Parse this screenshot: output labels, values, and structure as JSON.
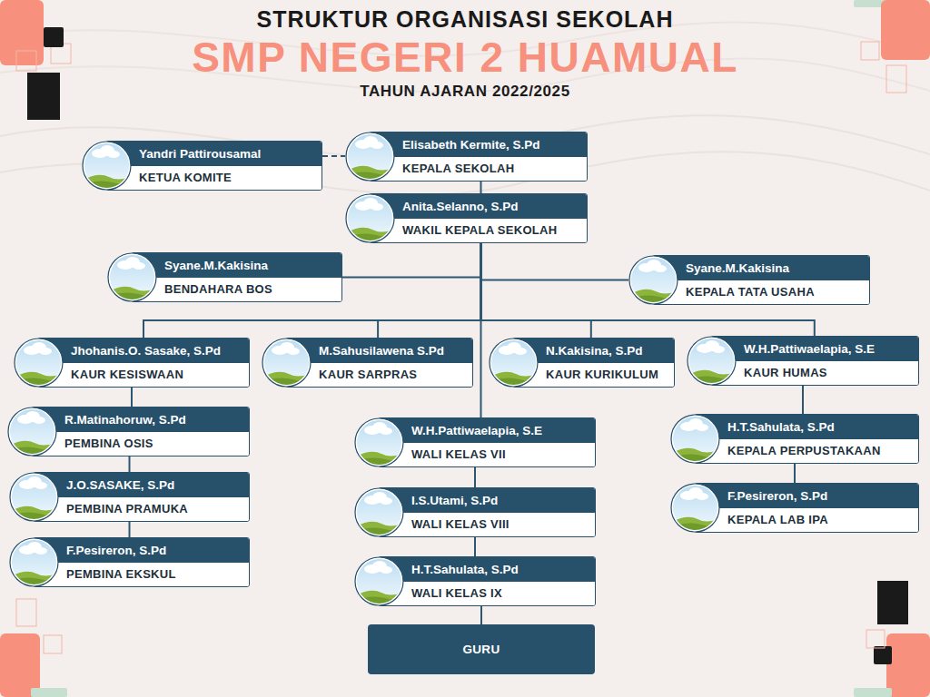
{
  "diagram": {
    "title": "STRUKTUR ORGANISASI SEKOLAH",
    "nodes": [
      {
        "text": [
          "Yandri Pattirousamal",
          "KETUA KOMITE"
        ]
      },
      {
        "text": [
          "Elisabeth Kermite, S.Pd",
          "KEPALA SEKOLAH"
        ]
      },
      {
        "text": [
          "Anita.Selanno, S.Pd",
          "WAKIL KEPALA SEKOLAH"
        ]
      },
      {
        "text": [
          "Syane.M.Kakisina",
          "BENDAHARA BOS"
        ]
      },
      {
        "text": [
          "Syane.M.Kakisina",
          "KEPALA TATA USAHA"
        ]
      },
      {
        "text": [
          "Jhohanis.O. Sasake, S.Pd",
          "KAUR KESISWAAN"
        ]
      },
      {
        "text": [
          "M.Sahusilawena S.Pd",
          "KAUR SARPRAS"
        ]
      },
      {
        "text": [
          "N.Kakisina, S.Pd",
          "KAUR KURIKULUM"
        ]
      },
      {
        "text": [
          "W.H.Pattiwaelapia, S.E",
          "KAUR HUMAS"
        ]
      },
      {
        "text": [
          "R.Matinahoruw, S.Pd",
          "PEMBINA OSIS"
        ]
      },
      {
        "text": [
          "J.O.SASAKE, S.Pd",
          "PEMBINA PRAMUKA"
        ]
      },
      {
        "text": [
          "F.Pesireron, S.Pd",
          "PEMBINA EKSKUL"
        ]
      },
      {
        "text": [
          "W.H.Pattiwaelapia, S.E",
          "WALI KELAS VII"
        ]
      },
      {
        "text": [
          "I.S.Utami, S.Pd",
          "WALI KELAS VIII"
        ]
      },
      {
        "text": [
          "H.T.Sahulata, S.Pd",
          "WALI KELAS IX"
        ]
      },
      {
        "text": [
          "GURU"
        ]
      },
      {
        "text": [
          "H.T.Sahulata, S.Pd",
          "KEPALA PERPUSTAKAAN"
        ]
      },
      {
        "text": [
          "F.Pesireron, S.Pd",
          "KEPALA LAB IPA"
        ]
      }
    ],
    "edges": [
      {
        "from": 0,
        "to": 1,
        "arrow": "none"
      },
      {
        "from": 1,
        "to": 2,
        "arrow": "none"
      },
      {
        "from": 2,
        "to": 3,
        "arrow": "none"
      },
      {
        "from": 2,
        "to": 4,
        "arrow": "none"
      },
      {
        "from": 2,
        "to": 5,
        "arrow": "none"
      },
      {
        "from": 2,
        "to": 6,
        "arrow": "none"
      },
      {
        "from": 2,
        "to": 7,
        "arrow": "none"
      },
      {
        "from": 2,
        "to": 8,
        "arrow": "none"
      },
      {
        "from": 2,
        "to": 12,
        "arrow": "none"
      },
      {
        "from": 12,
        "to": 13,
        "arrow": "none"
      },
      {
        "from": 13,
        "to": 14,
        "arrow": "none"
      },
      {
        "from": 14,
        "to": 15,
        "arrow": "none"
      },
      {
        "from": 5,
        "to": 9,
        "arrow": "none"
      },
      {
        "from": 9,
        "to": 10,
        "arrow": "none"
      },
      {
        "from": 10,
        "to": 11,
        "arrow": "none"
      },
      {
        "from": 8,
        "to": 16,
        "arrow": "none"
      },
      {
        "from": 16,
        "to": 17,
        "arrow": "none"
      }
    ],
    "labels": [
      "SMP NEGERI 2 HUAMUAL",
      "TAHUN AJARAN 2022/2025"
    ]
  }
}
